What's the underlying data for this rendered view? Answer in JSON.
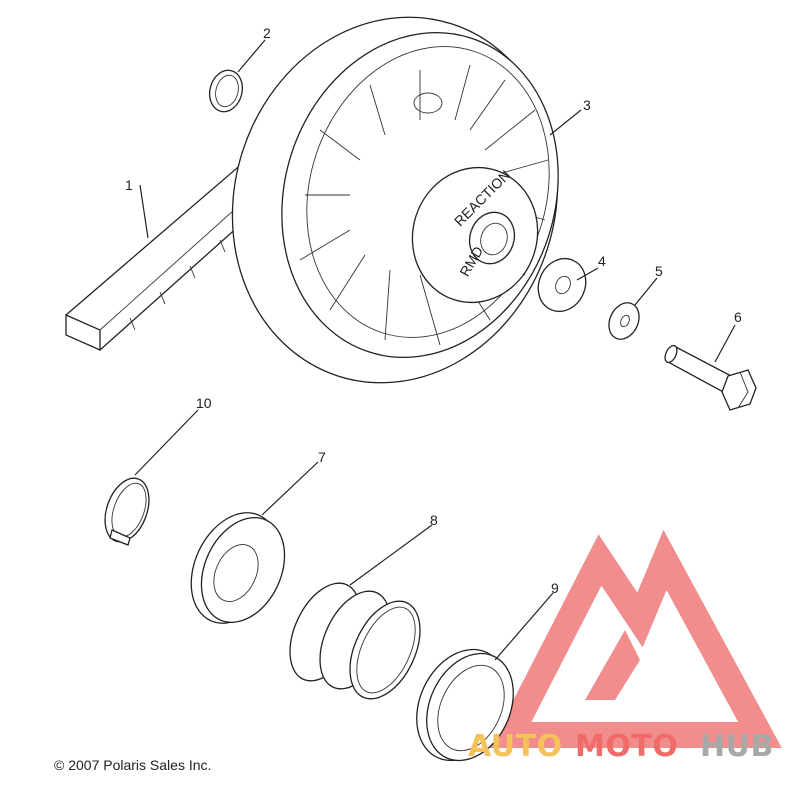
{
  "copyright": "© 2007 Polaris Sales Inc.",
  "hub_text": {
    "top": "REACTION",
    "bottom": "RMD"
  },
  "callouts": [
    {
      "id": "1",
      "label": "1"
    },
    {
      "id": "2",
      "label": "2"
    },
    {
      "id": "3",
      "label": "3"
    },
    {
      "id": "4",
      "label": "4"
    },
    {
      "id": "5",
      "label": "5"
    },
    {
      "id": "6",
      "label": "6"
    },
    {
      "id": "7",
      "label": "7"
    },
    {
      "id": "8",
      "label": "8"
    },
    {
      "id": "9",
      "label": "9"
    },
    {
      "id": "10",
      "label": "10"
    }
  ],
  "watermark": {
    "part1": "AUTO",
    "part2": "MOTO",
    "part3": "HUB",
    "colors": {
      "auto": "#f5c15a",
      "moto": "#f26b6b",
      "hub": "#a8a8a8",
      "logo": "#f07a7a"
    }
  }
}
